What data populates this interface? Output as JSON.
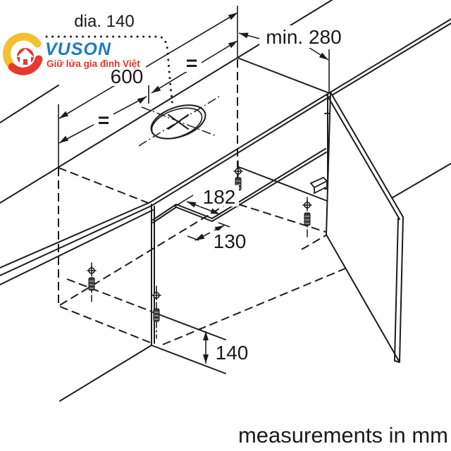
{
  "logo": {
    "brand": "VUSON",
    "tagline": "Giữ lửa gia đình Việt"
  },
  "labels": {
    "hole_diameter": "dia. 140",
    "min_clearance": "min. 280",
    "cabinet_width": "600",
    "equal_left": "=",
    "equal_right": "=",
    "cutout_depth": "182",
    "cutout_width": "130",
    "bottom_panel_height": "140",
    "footer_note": "measurements in mm"
  },
  "colors": {
    "line": "#1c1c1c",
    "brand_blue": "#1e7bc2",
    "brand_red": "#e8392e",
    "brand_yellow": "#f3c02f",
    "tagline_red": "#e53329"
  }
}
